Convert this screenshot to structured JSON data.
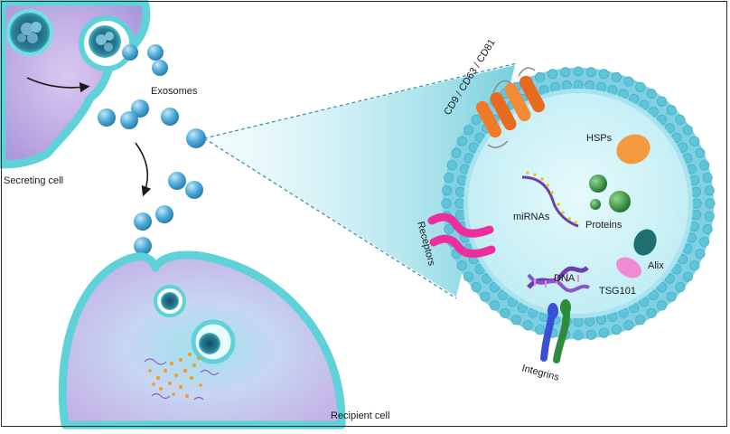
{
  "labels": {
    "exosomes": "Exosomes",
    "secreting_cell": "Secreting cell",
    "recipient_cell": "Recipient cell",
    "tetraspanins": "CD9 / CD63 / CD81",
    "hsps": "HSPs",
    "mirnas": "miRNAs",
    "proteins": "Proteins",
    "receptors": "Receptors",
    "alix": "Alix",
    "dna": "DNA",
    "tsg101": "TSG101",
    "integrins": "Integrins"
  },
  "colors": {
    "cell_fill": "#c9b6e6",
    "cell_rim": "#5fd1d8",
    "exosome": "#4aa8d6",
    "membrane_head": "#5ec4da",
    "exosome_interior": "#c8f0f6",
    "tetraspanin": "#f07a2a",
    "hsp": "#f39a3e",
    "protein": "#2e8b3a",
    "alix": "#1f6f70",
    "tsg101": "#f08ad2",
    "receptor": "#ec2f9c",
    "dna": "#6b3fb0",
    "integrin_a": "#3b4fd6",
    "integrin_b": "#2e8b3a",
    "mirna_dots": "#f2c21e"
  }
}
